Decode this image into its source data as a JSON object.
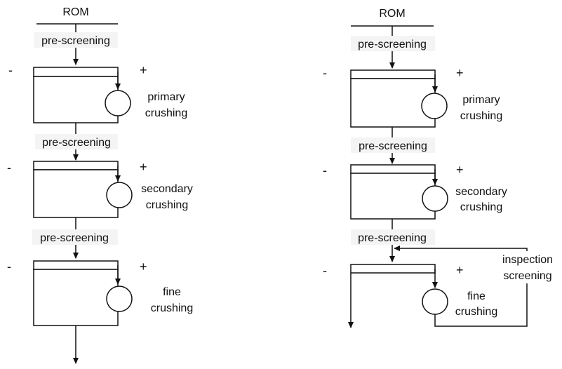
{
  "left": {
    "source": "ROM",
    "screen_labels": [
      "pre-screening",
      "pre-screening",
      "pre-screening"
    ],
    "crushers": [
      {
        "line1": "primary",
        "line2": "crushing"
      },
      {
        "line1": "secondary",
        "line2": "crushing"
      },
      {
        "line1": "fine",
        "line2": "crushing"
      }
    ],
    "minus": "-",
    "plus": "+"
  },
  "right": {
    "source": "ROM",
    "screen_labels": [
      "pre-screening",
      "pre-screening",
      "pre-screening"
    ],
    "crushers": [
      {
        "line1": "primary",
        "line2": "crushing"
      },
      {
        "line1": "secondary",
        "line2": "crushing"
      },
      {
        "line1": "fine",
        "line2": "crushing"
      }
    ],
    "inspection": {
      "line1": "inspection",
      "line2": "screening"
    },
    "minus": "-",
    "plus": "+"
  }
}
